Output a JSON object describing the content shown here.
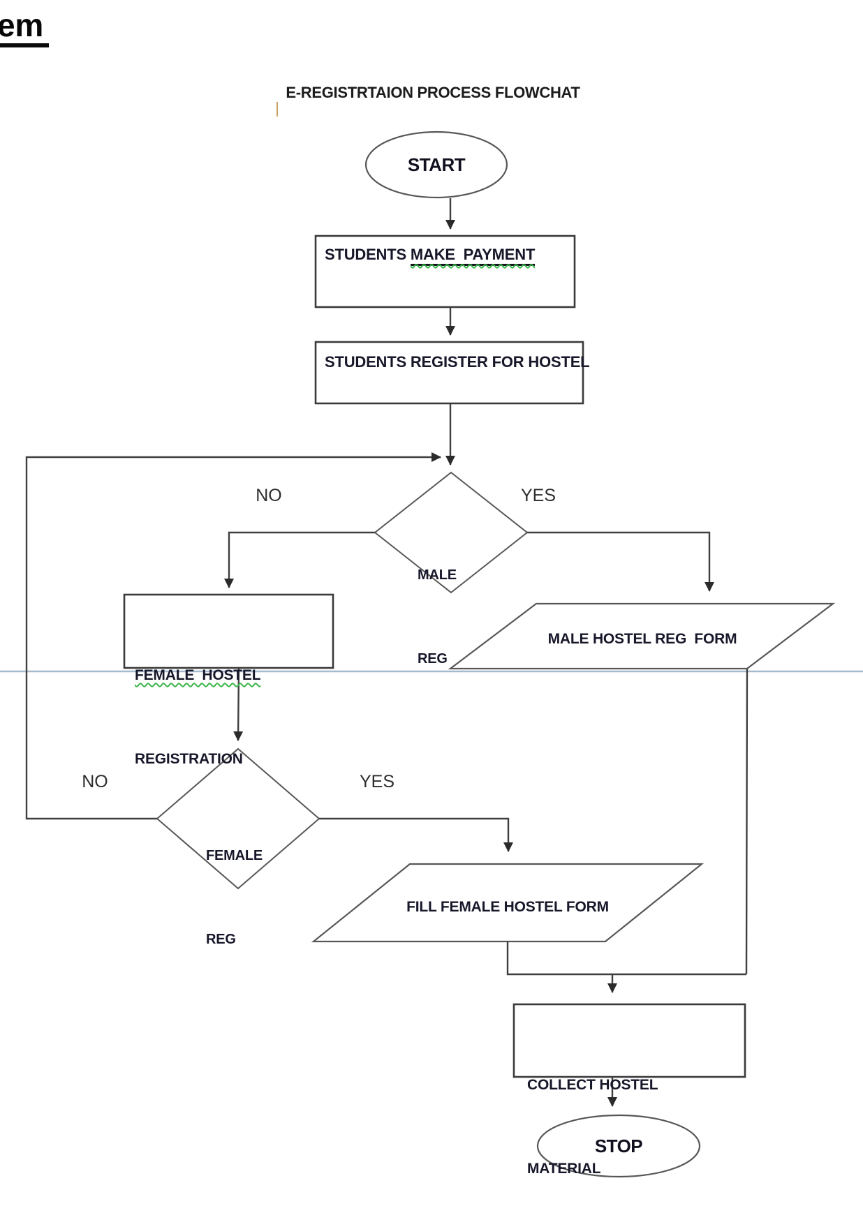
{
  "document": {
    "heading_fragment": "em",
    "title": "E-REGISTRTAION PROCESS FLOWCHAT"
  },
  "nodes": {
    "start": {
      "label": "START"
    },
    "make_payment": {
      "prefix": "STUDENTS ",
      "underlined": "MAKE  PAYMENT"
    },
    "register_hostel": {
      "label": "STUDENTS REGISTER FOR HOSTEL"
    },
    "male_reg_decision": {
      "line1": "MALE",
      "line2": "REG"
    },
    "female_hostel_registration": {
      "line1_underlined": "FEMALE  HOSTEL",
      "line2": "REGISTRATION"
    },
    "male_hostel_reg_form": {
      "label": "MALE HOSTEL REG  FORM"
    },
    "female_reg_decision": {
      "line1": "FEMALE",
      "line2": "REG"
    },
    "fill_female_hostel_form": {
      "label": "FILL FEMALE HOSTEL FORM"
    },
    "collect_hostel_material": {
      "line1": "COLLECT HOSTEL",
      "line2": "MATERIAL"
    },
    "stop": {
      "label": "STOP"
    }
  },
  "edge_labels": {
    "male_reg_no": "NO",
    "male_reg_yes": "YES",
    "female_reg_no": "NO",
    "female_reg_yes": "YES"
  },
  "colors": {
    "connector": "#3f3f3f",
    "box_border": "#3a3a3a",
    "shape_border": "#575757",
    "text": "#17172a",
    "wavy_underline": "#3db549",
    "page_divider": "#a6bace"
  }
}
